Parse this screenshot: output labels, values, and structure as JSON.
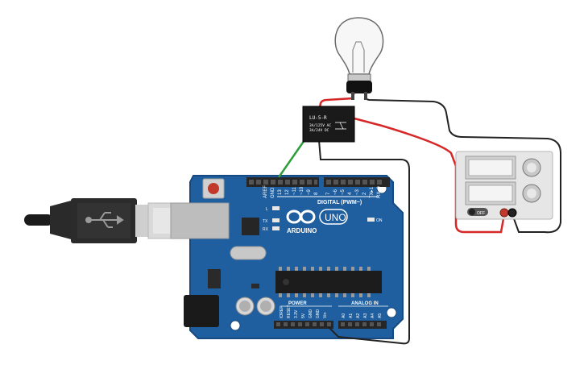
{
  "colors": {
    "board": "#1f5fa0",
    "board_edge": "#174a80",
    "wire_red": "#d62828",
    "wire_green": "#2e9e3a",
    "wire_black": "#222222",
    "relay": "#1a1a1a",
    "psu_body": "#e6e6e6"
  },
  "relay": {
    "model": "LU-5-R",
    "rating_ac": "3A/125V AC",
    "rating_dc": "3A/24V DC"
  },
  "arduino": {
    "logo_text": "ARDUINO",
    "uno_text": "UNO",
    "digital_label": "DIGITAL (PWM~)",
    "tx_label": "TX▸1",
    "rx_label": "RX◂0",
    "aref": "AREF",
    "gnd": "GND",
    "pins_top": [
      "13",
      "12",
      "~11",
      "~10",
      "~9",
      "8",
      "7",
      "~6",
      "~5",
      "4",
      "~3",
      "2"
    ],
    "led_l": "L",
    "led_tx": "TX",
    "led_rx": "RX",
    "on_label": "ON",
    "power_label": "POWER",
    "analog_label": "ANALOG IN",
    "power_pins": [
      "IOREF",
      "RESET",
      "3.3V",
      "5V",
      "GND",
      "GND",
      "Vin"
    ],
    "analog_pins": [
      "A0",
      "A1",
      "A2",
      "A3",
      "A4",
      "A5"
    ]
  },
  "psu": {
    "switch_label": "OFF"
  },
  "icons": {
    "bulb": "light-bulb-icon",
    "usb": "usb-icon"
  }
}
